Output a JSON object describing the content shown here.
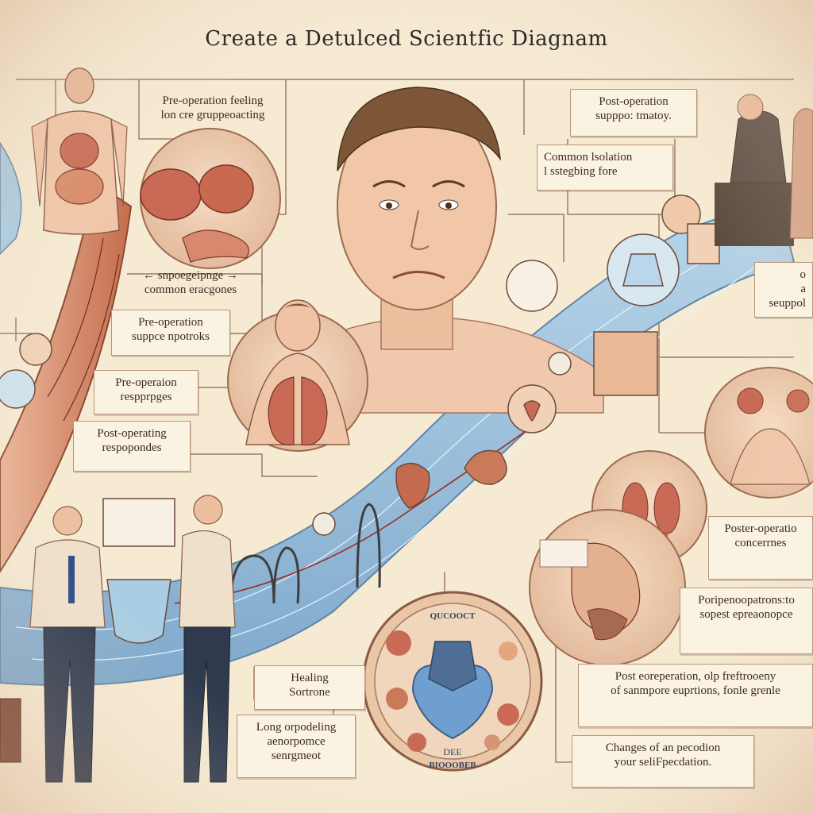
{
  "title": "Create a Detulced Scientfic Diagnam",
  "labels": {
    "pre_op_feeling": [
      "Pre-operation feeling",
      "lon cre gruppeoacting"
    ],
    "post_op_support": [
      "Post-operation",
      "supppo: tmatoy."
    ],
    "common_isolation": [
      "Common lsolation",
      "l sstegbing fore"
    ],
    "common_responses": [
      "← snpoegeipnge →",
      "common eracgones"
    ],
    "pre_op_support": [
      "Pre-operation",
      "suppce npotroks"
    ],
    "pre_op_responses": [
      "Pre-operaion",
      "respprpges"
    ],
    "post_op_responses": [
      "Post-operating",
      "respopondes"
    ],
    "right_partial": [
      "o",
      "a seuppol"
    ],
    "post_op_concerns": [
      "Poster-operatio",
      "concerrnes"
    ],
    "post_op_supest": [
      "Poripenoopatrons:to",
      "sopest epreaonopce"
    ],
    "post_op_freet": [
      "Post eoreperation, olp freftrooeny",
      "of sanmpore euprtions, fonle grenle"
    ],
    "changes": [
      "Changes of an pecodion",
      "your seliFpecdation."
    ],
    "healing": [
      "Healing",
      "Sortrone"
    ],
    "long_operation": [
      "Long orpodeling",
      "aenorpomce",
      "senrgmeot"
    ]
  },
  "badge": {
    "top": "QUCOOCT",
    "bottom": "BIOOOBEB",
    "middle": "DEE"
  },
  "colors": {
    "background": "#f6ead3",
    "box_border": "#b89478",
    "line": "#9c7a66",
    "ribbon_blue": "#9cc3df",
    "ribbon_red": "#d98f6c",
    "skin": "#e8b99a",
    "organ": "#c86a55"
  }
}
